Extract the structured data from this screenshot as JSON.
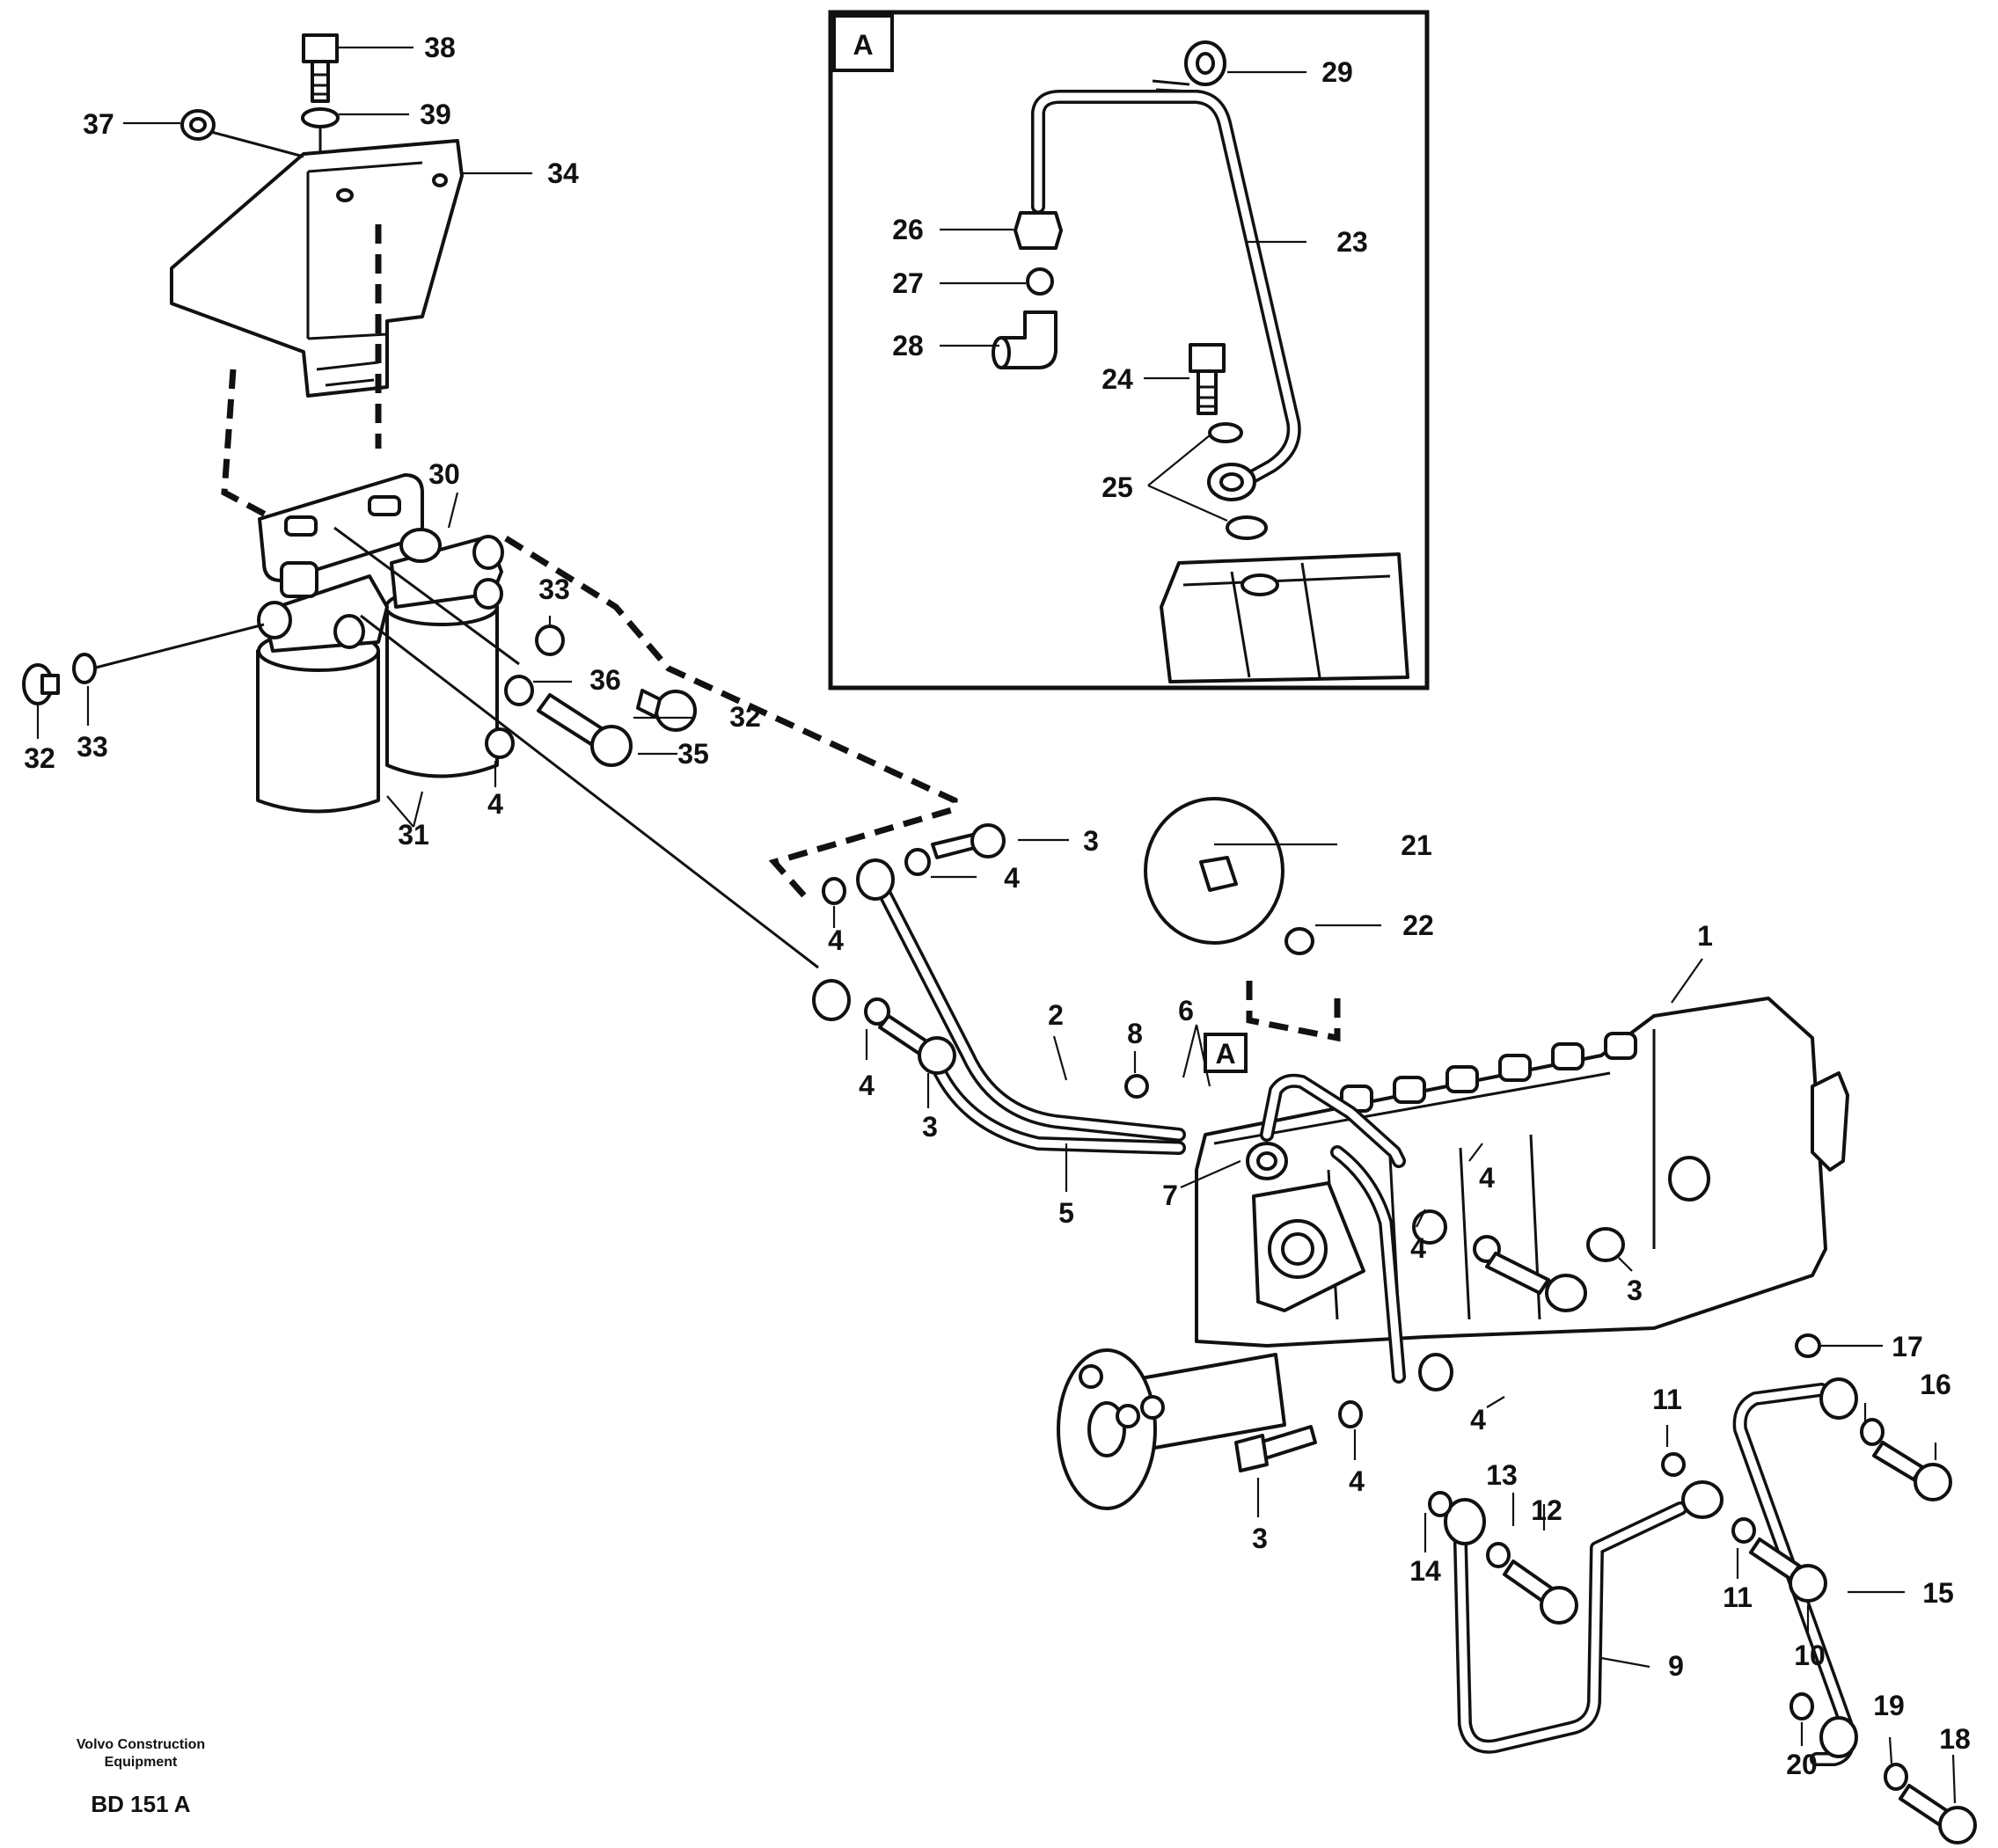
{
  "detail_box": {
    "label": "A"
  },
  "detail_marker": {
    "label": "A"
  },
  "callouts": [
    "1",
    "2",
    "3",
    "4",
    "5",
    "6",
    "7",
    "8",
    "9",
    "10",
    "11",
    "12",
    "13",
    "14",
    "15",
    "16",
    "17",
    "18",
    "19",
    "20",
    "21",
    "22",
    "23",
    "24",
    "25",
    "26",
    "27",
    "28",
    "29",
    "30",
    "31",
    "32",
    "33",
    "34",
    "35",
    "36",
    "37",
    "38",
    "39"
  ],
  "footer": {
    "company_line1": "Volvo Construction",
    "company_line2": "Equipment",
    "code": "BD 151 A"
  }
}
